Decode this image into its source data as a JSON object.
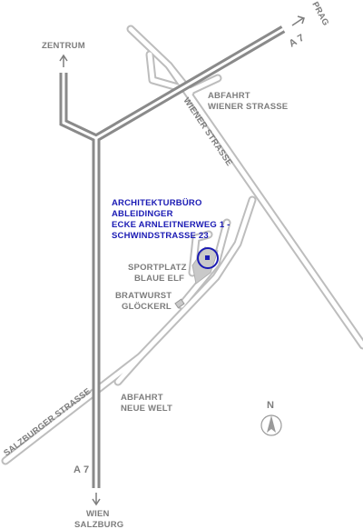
{
  "labels": {
    "zentrum": "ZENTRUM",
    "prag": "PRAG",
    "a7_top": "A 7",
    "a7_bottom": "A 7",
    "abfahrt_wiener_1": "ABFAHRT",
    "abfahrt_wiener_2": "WIENER   STRASSE",
    "wiener_strasse": "WIENER   STRASSE",
    "office_1": "ARCHITEKTURBÜRO",
    "office_2": "ABLEIDINGER",
    "office_3": "ECKE   ARNLEITNERWEG 1 -",
    "office_4": "SCHWINDSTRASSE 23",
    "sportplatz_1": "SPORTPLATZ",
    "sportplatz_2": "BLAUE ELF",
    "bratwurst_1": "BRATWURST",
    "bratwurst_2": "GLÖCKERL",
    "salzburger_strasse": "SALZBURGER   STRASSE",
    "abfahrt_neue_1": "ABFAHRT",
    "abfahrt_neue_2": "NEUE   WELT",
    "north": "N",
    "wien": "WIEN",
    "salzburg": "SALZBURG"
  },
  "colors": {
    "motorway": "#8a8a8a",
    "road": "#bdbdbd",
    "text": "#7d7d7d",
    "office": "#1a1ab4"
  },
  "icons": {
    "destination": "circle-marker-icon",
    "north": "north-arrow-icon"
  }
}
